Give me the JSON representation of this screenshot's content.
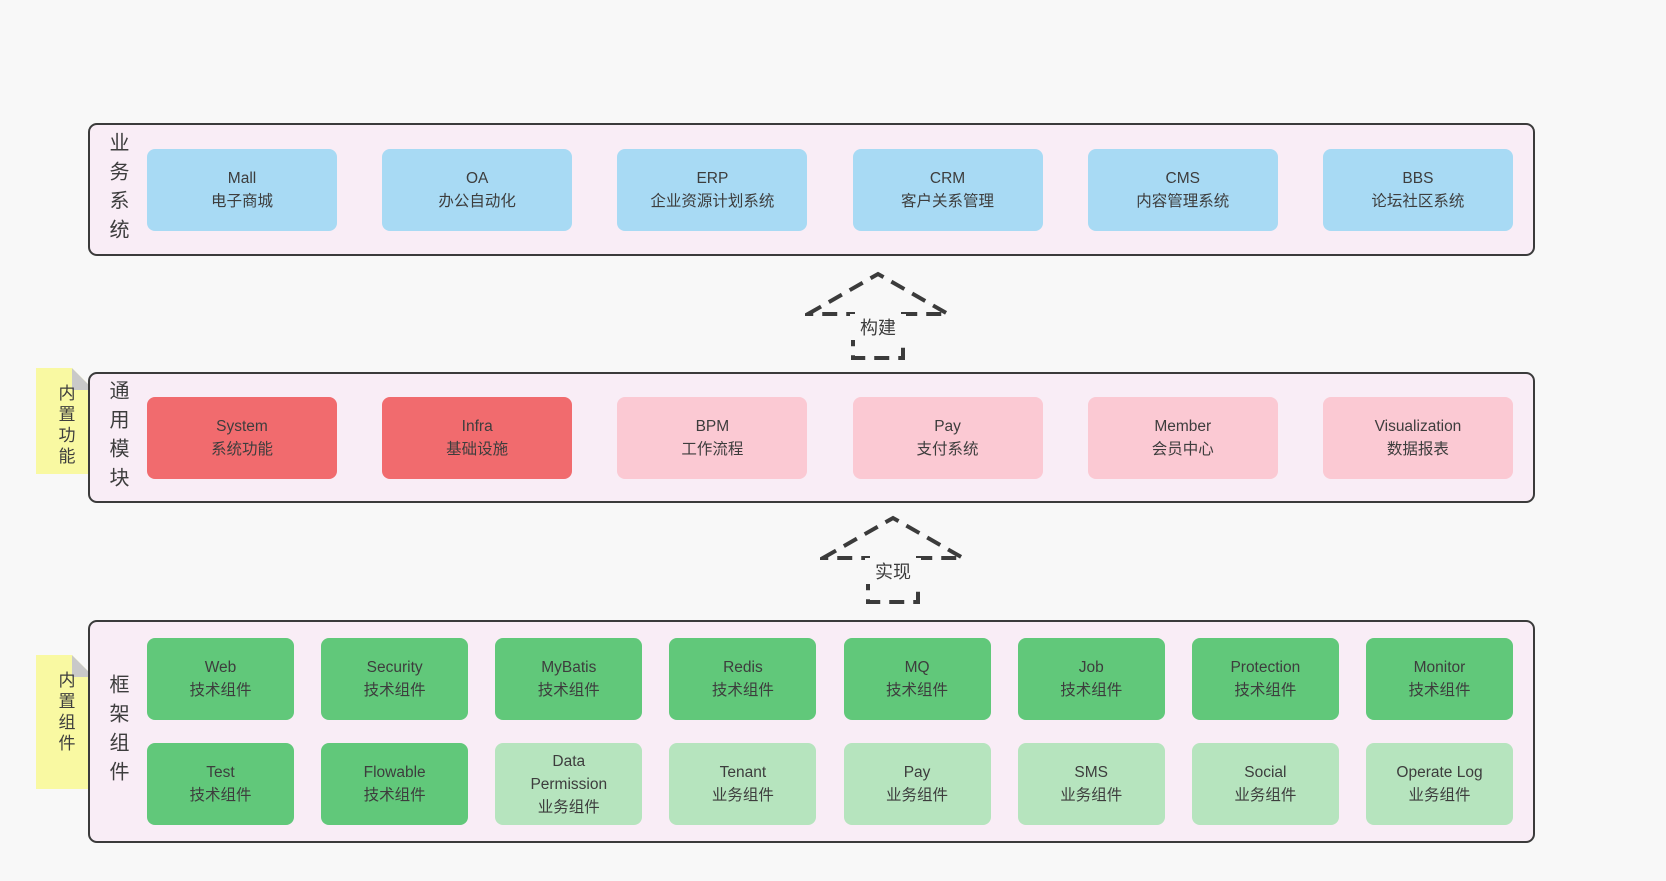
{
  "palette": {
    "background": "#f8f8f8",
    "layer_fill": "#f9edf6",
    "line": "#3b3b3b",
    "text": "#3d3d3d",
    "blue": "#a8daf4",
    "red": "#f16b6e",
    "pink": "#fbc9d3",
    "green": "#61c87a",
    "light_green": "#b6e4be",
    "note_yellow": "#f9f9a2",
    "note_fold": "#c9c9c9"
  },
  "arrows": [
    {
      "label": "构建"
    },
    {
      "label": "实现"
    }
  ],
  "sections": [
    {
      "label": "业务系统",
      "rows": [
        [
          {
            "lines": [
              "Mall",
              "电子商城"
            ],
            "variant": "blue"
          },
          {
            "lines": [
              "OA",
              "办公自动化"
            ],
            "variant": "blue"
          },
          {
            "lines": [
              "ERP",
              "企业资源计划系统"
            ],
            "variant": "blue"
          },
          {
            "lines": [
              "CRM",
              "客户关系管理"
            ],
            "variant": "blue"
          },
          {
            "lines": [
              "CMS",
              "内容管理系统"
            ],
            "variant": "blue"
          },
          {
            "lines": [
              "BBS",
              "论坛社区系统"
            ],
            "variant": "blue"
          }
        ]
      ]
    },
    {
      "label": "通用模块",
      "note": "内置功能",
      "rows": [
        [
          {
            "lines": [
              "System",
              "系统功能"
            ],
            "variant": "red"
          },
          {
            "lines": [
              "Infra",
              "基础设施"
            ],
            "variant": "red"
          },
          {
            "lines": [
              "BPM",
              "工作流程"
            ],
            "variant": "pink"
          },
          {
            "lines": [
              "Pay",
              "支付系统"
            ],
            "variant": "pink"
          },
          {
            "lines": [
              "Member",
              "会员中心"
            ],
            "variant": "pink"
          },
          {
            "lines": [
              "Visualization",
              "数据报表"
            ],
            "variant": "pink"
          }
        ]
      ]
    },
    {
      "label": "框架组件",
      "note": "内置组件",
      "rows": [
        [
          {
            "lines": [
              "Web",
              "技术组件"
            ],
            "variant": "green"
          },
          {
            "lines": [
              "Security",
              "技术组件"
            ],
            "variant": "green"
          },
          {
            "lines": [
              "MyBatis",
              "技术组件"
            ],
            "variant": "green"
          },
          {
            "lines": [
              "Redis",
              "技术组件"
            ],
            "variant": "green"
          },
          {
            "lines": [
              "MQ",
              "技术组件"
            ],
            "variant": "green"
          },
          {
            "lines": [
              "Job",
              "技术组件"
            ],
            "variant": "green"
          },
          {
            "lines": [
              "Protection",
              "技术组件"
            ],
            "variant": "green"
          },
          {
            "lines": [
              "Monitor",
              "技术组件"
            ],
            "variant": "green"
          }
        ],
        [
          {
            "lines": [
              "Test",
              "技术组件"
            ],
            "variant": "green"
          },
          {
            "lines": [
              "Flowable",
              "技术组件"
            ],
            "variant": "green"
          },
          {
            "lines": [
              "Data",
              "Permission",
              "业务组件"
            ],
            "variant": "light_green"
          },
          {
            "lines": [
              "Tenant",
              "业务组件"
            ],
            "variant": "light_green"
          },
          {
            "lines": [
              "Pay",
              "业务组件"
            ],
            "variant": "light_green"
          },
          {
            "lines": [
              "SMS",
              "业务组件"
            ],
            "variant": "light_green"
          },
          {
            "lines": [
              "Social",
              "业务组件"
            ],
            "variant": "light_green"
          },
          {
            "lines": [
              "Operate Log",
              "业务组件"
            ],
            "variant": "light_green"
          }
        ]
      ]
    }
  ]
}
